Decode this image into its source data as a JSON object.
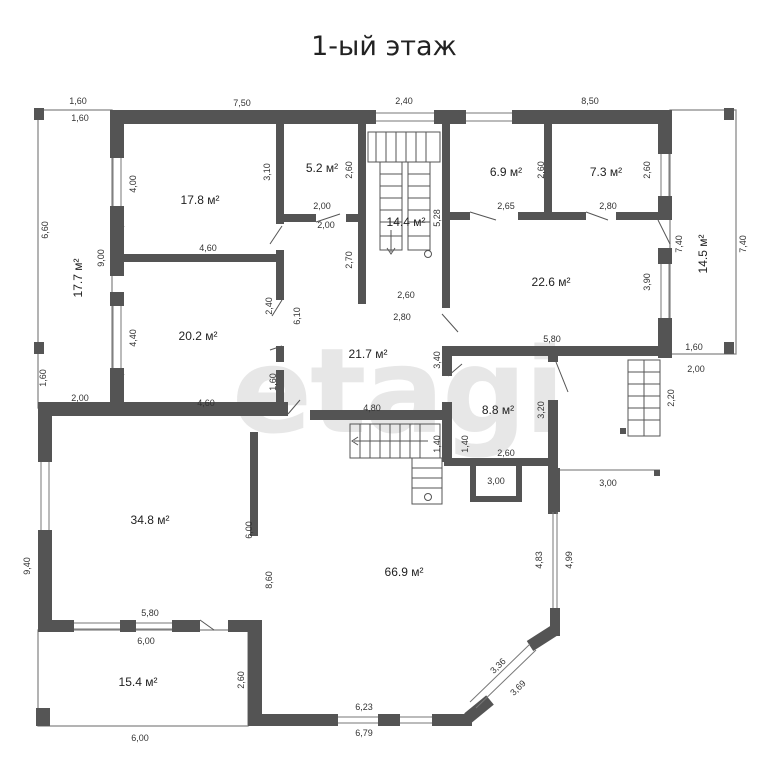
{
  "title": "1-ый этаж",
  "watermark": "etagi",
  "rooms": [
    {
      "id": "r1",
      "label": "17.8 м²"
    },
    {
      "id": "r2",
      "label": "5.2 м²"
    },
    {
      "id": "r3",
      "label": "14.4 м²"
    },
    {
      "id": "r4",
      "label": "6.9 м²"
    },
    {
      "id": "r5",
      "label": "7.3 м²"
    },
    {
      "id": "r6",
      "label": "17.7 м²"
    },
    {
      "id": "r7",
      "label": "22.6 м²"
    },
    {
      "id": "r8",
      "label": "14.5 м²"
    },
    {
      "id": "r9",
      "label": "20.2 м²"
    },
    {
      "id": "r10",
      "label": "21.7 м²"
    },
    {
      "id": "r11",
      "label": "8.8 м²"
    },
    {
      "id": "r12",
      "label": "34.8 м²"
    },
    {
      "id": "r13",
      "label": "66.9 м²"
    },
    {
      "id": "r14",
      "label": "15.4 м²"
    }
  ],
  "dimensions": [
    "1,60",
    "1,60",
    "7,50",
    "2,40",
    "8,50",
    "3,10",
    "2,60",
    "2,60",
    "2,60",
    "4,00",
    "2,00",
    "2,00",
    "5,28",
    "2,65",
    "2,80",
    "6,60",
    "9,00",
    "4,60",
    "2,70",
    "7,40",
    "7,40",
    "2,60",
    "2,80",
    "6,10",
    "2,40",
    "3,90",
    "4,40",
    "5,80",
    "1,60",
    "3,40",
    "1,60",
    "1,60",
    "2,00",
    "2,20",
    "4,60",
    "4,80",
    "3,20",
    "2,00",
    "1,40",
    "1,40",
    "2,60",
    "3,00",
    "3,00",
    "6,00",
    "4,83",
    "4,99",
    "9,40",
    "8,60",
    "5,80",
    "6,00",
    "2,60",
    "3,36",
    "3,69",
    "6,23",
    "6,00",
    "6,79"
  ]
}
